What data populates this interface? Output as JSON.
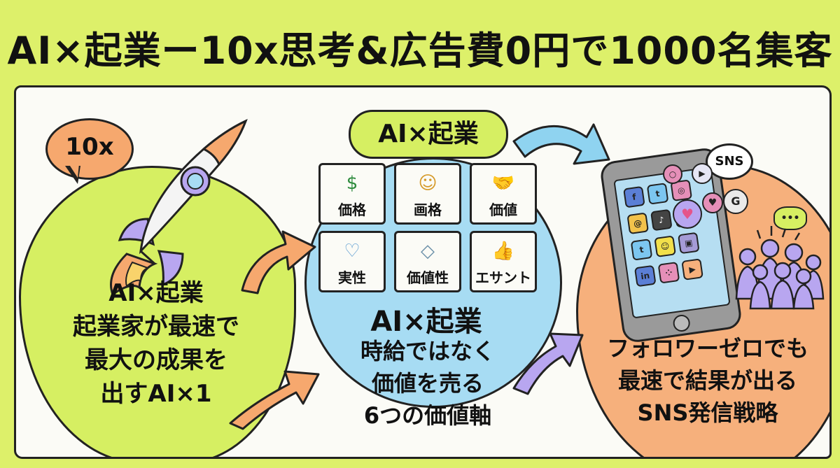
{
  "title": "AI×起業ー10x思考&広告費0円で1000名集客",
  "left": {
    "badge": "10x",
    "heading": "AI×起業",
    "line1": "起業家が最速で",
    "line2": "最大の成果を",
    "line3": "出すAI×1"
  },
  "middle": {
    "pill": "AI×起業",
    "cards": [
      {
        "icon": "money-icon",
        "glyph": "$",
        "label": "価格"
      },
      {
        "icon": "winged-face-icon",
        "glyph": "☺",
        "label": "画格"
      },
      {
        "icon": "handshake-icon",
        "glyph": "🤝",
        "label": "価値"
      },
      {
        "icon": "person-icon",
        "glyph": "♡",
        "label": "実性"
      },
      {
        "icon": "diamond-icon",
        "glyph": "◇",
        "label": "価値性"
      },
      {
        "icon": "thumbs-up-icon",
        "glyph": "👍",
        "label": "エサント"
      }
    ],
    "heading": "AI×起業",
    "line1": "時給ではなく",
    "line2": "価値を売る",
    "line3": "6つの価値軸"
  },
  "right": {
    "sns_label": "SNS",
    "line1": "フォロワーゼロでも",
    "line2": "最速で結果が出る",
    "line3": "SNS発信戦略"
  },
  "colors": {
    "background": "#ddf06a",
    "lime": "#d6ef62",
    "sky": "#a7dcf3",
    "orange": "#f6b07c",
    "arrow_orange": "#f6a86e",
    "arrow_blue": "#8fd3f0",
    "arrow_purple": "#b8a6f0",
    "purple": "#b8a6f0"
  }
}
